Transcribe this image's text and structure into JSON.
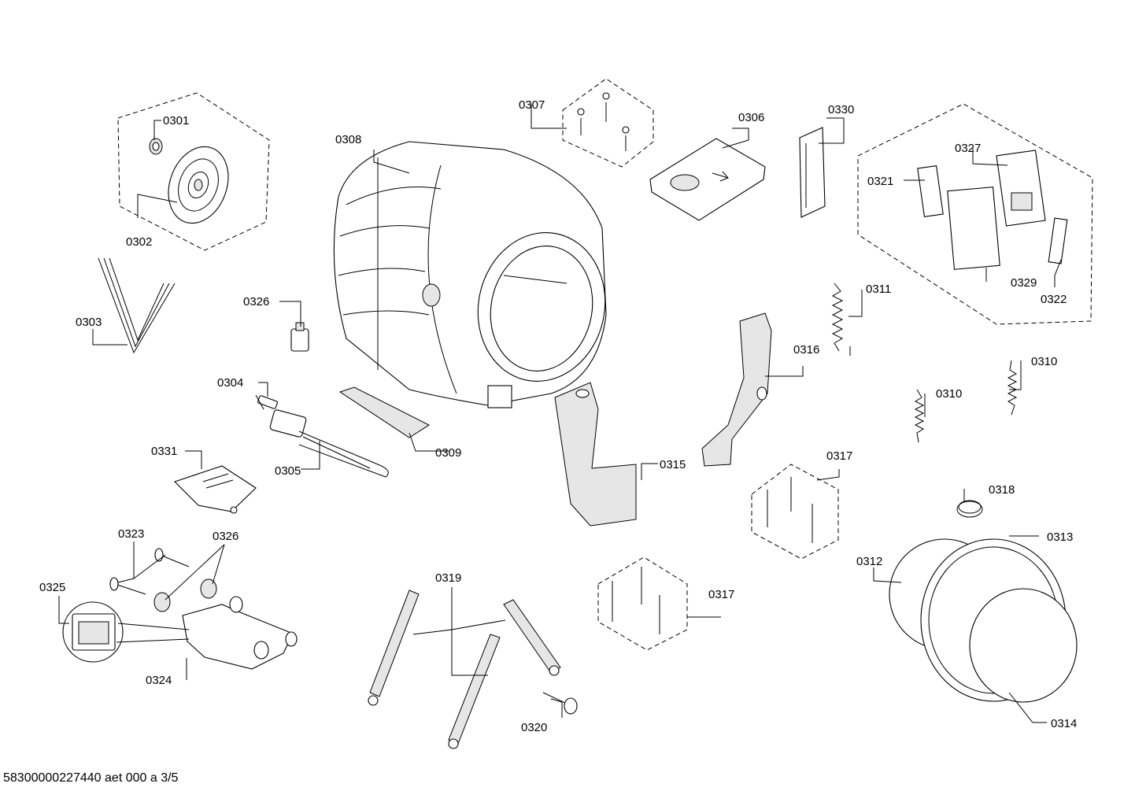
{
  "labels": {
    "p0301": "0301",
    "p0302": "0302",
    "p0303": "0303",
    "p0304": "0304",
    "p0305": "0305",
    "p0306": "0306",
    "p0307": "0307",
    "p0308": "0308",
    "p0309": "0309",
    "p0310a": "0310",
    "p0310b": "0310",
    "p0311": "0311",
    "p0312": "0312",
    "p0313": "0313",
    "p0314": "0314",
    "p0315": "0315",
    "p0316": "0316",
    "p0317a": "0317",
    "p0317b": "0317",
    "p0318": "0318",
    "p0319": "0319",
    "p0320": "0320",
    "p0321": "0321",
    "p0322": "0322",
    "p0323": "0323",
    "p0324": "0324",
    "p0325": "0325",
    "p0326a": "0326",
    "p0326b": "0326",
    "p0327": "0327",
    "p0329": "0329",
    "p0330": "0330",
    "p0331": "0331"
  },
  "footer": "58300000227440 aet 000 a 3/5"
}
